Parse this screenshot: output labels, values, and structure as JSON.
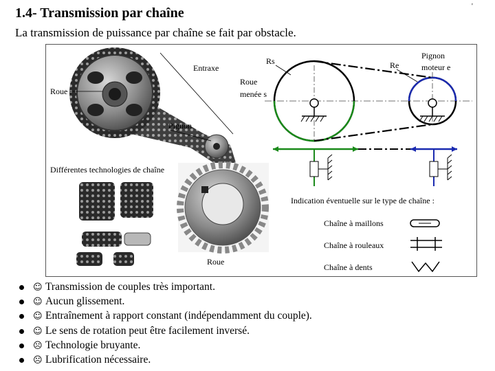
{
  "slide": {
    "title": "1.4- Transmission par chaîne",
    "subtitle": "La transmission de puissance par chaîne se fait par obstacle.",
    "corner_mark": "'"
  },
  "figure": {
    "photo_labels": {
      "entraxe": "Entraxe",
      "roue_left": "Roue",
      "pignon": "Pignon",
      "technologies": "Différentes technologies de chaîne",
      "roue_bottom": "Roue"
    },
    "schema_labels": {
      "rs": "Rs",
      "re": "Re",
      "roue_menee": "Roue",
      "roue_menee_2": "menée s",
      "pignon_moteur": "Pignon",
      "pignon_moteur_2": "moteur e",
      "indication": "Indication éventuelle sur le type de chaîne :"
    },
    "chain_types": [
      {
        "label": "Chaîne à maillons",
        "symbol": "maillons-symbol"
      },
      {
        "label": "Chaîne à rouleaux",
        "symbol": "rouleaux-symbol"
      },
      {
        "label": "Chaîne à dents",
        "symbol": "dents-symbol"
      }
    ],
    "colors": {
      "green": "#1a8a1a",
      "blue": "#1a2ab0",
      "metal": "#7a7a7a"
    }
  },
  "bullets": [
    {
      "icon": "smile-icon",
      "glyph": "☺",
      "text": "Transmission de couples très important."
    },
    {
      "icon": "smile-icon",
      "glyph": "☺",
      "text": "Aucun glissement."
    },
    {
      "icon": "smile-icon",
      "glyph": "☺",
      "text": "Entraînement à rapport constant (indépendamment du couple)."
    },
    {
      "icon": "smile-icon",
      "glyph": "☺",
      "text": "Le sens de rotation peut être facilement inversé."
    },
    {
      "icon": "frown-icon",
      "glyph": "☹",
      "text": "Technologie bruyante."
    },
    {
      "icon": "frown-icon",
      "glyph": "☹",
      "text": "Lubrification nécessaire."
    }
  ]
}
